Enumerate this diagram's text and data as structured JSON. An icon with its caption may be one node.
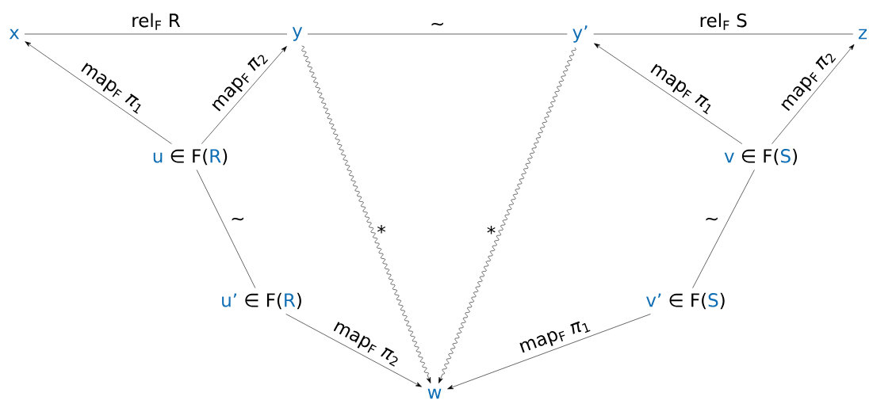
{
  "diagram": {
    "nodes": [
      {
        "text": [
          "x"
        ]
      },
      {
        "text": [
          "y"
        ]
      },
      {
        "text": [
          "y’"
        ]
      },
      {
        "text": [
          "z"
        ]
      },
      {
        "text": [
          "u",
          "∈ F(",
          "R",
          ")"
        ]
      },
      {
        "text": [
          "v",
          "∈ F(",
          "S",
          ")"
        ]
      },
      {
        "text": [
          "u’",
          "∈ F(",
          "R",
          ")"
        ]
      },
      {
        "text": [
          "v’",
          "∈ F(",
          "S",
          ")"
        ]
      },
      {
        "text": [
          "w"
        ]
      }
    ],
    "edges": [
      {
        "from": 0,
        "to": 1,
        "arrow": "none",
        "label": "rel$_{F}$ R"
      },
      {
        "from": 1,
        "to": 2,
        "arrow": "none",
        "label": "~"
      },
      {
        "from": 2,
        "to": 3,
        "arrow": "none",
        "label": "rel$_{F}$ S"
      },
      {
        "from": 4,
        "to": 0,
        "arrow": "to",
        "label": "map$_{F}$ *π*$_{1}$"
      },
      {
        "from": 4,
        "to": 1,
        "arrow": "to",
        "label": "map$_{F}$ *π*$_{2}$"
      },
      {
        "from": 5,
        "to": 2,
        "arrow": "to",
        "label": "map$_{F}$ *π*$_{1}$"
      },
      {
        "from": 5,
        "to": 3,
        "arrow": "to",
        "label": "map$_{F}$ *π*$_{2}$"
      },
      {
        "from": 4,
        "to": 6,
        "arrow": "none",
        "label": "~"
      },
      {
        "from": 5,
        "to": 7,
        "arrow": "none",
        "label": "~"
      },
      {
        "from": 1,
        "to": 8,
        "arrow": "to",
        "label": "*"
      },
      {
        "from": 2,
        "to": 8,
        "arrow": "to",
        "label": "*"
      },
      {
        "from": 6,
        "to": 8,
        "arrow": "to",
        "label": "map$_{F}$ *π*$_{2}$"
      },
      {
        "from": 7,
        "to": 8,
        "arrow": "to",
        "label": "map$_{F}$ *π*$_{1}$"
      }
    ]
  }
}
